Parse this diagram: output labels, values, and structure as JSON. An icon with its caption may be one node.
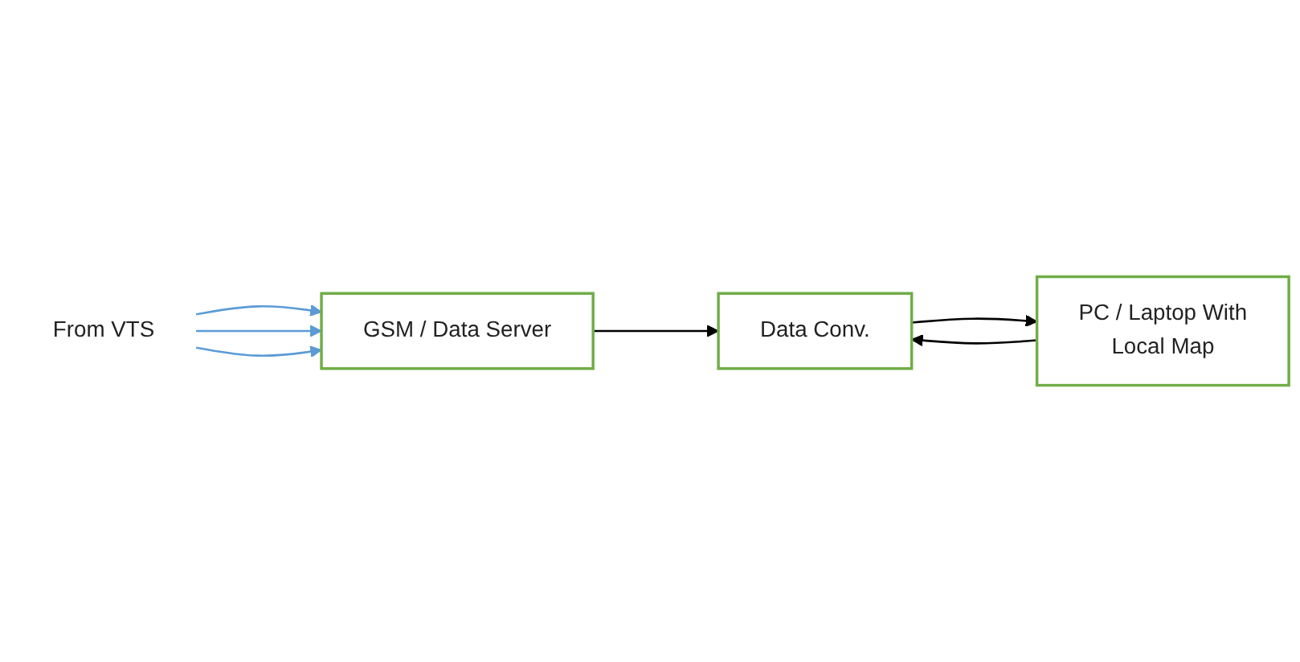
{
  "diagram": {
    "nodes": [
      {
        "text": [
          "From VTS"
        ]
      },
      {
        "text": [
          "GSM / Data Server"
        ]
      },
      {
        "text": [
          "Data Conv."
        ]
      },
      {
        "text": [
          "PC / Laptop With",
          "Local Map"
        ]
      }
    ],
    "edges": [
      {
        "from": 0,
        "to": 1,
        "arrow": "to",
        "color": "#5b9bd5"
      },
      {
        "from": 0,
        "to": 1,
        "arrow": "to",
        "color": "#5b9bd5"
      },
      {
        "from": 0,
        "to": 1,
        "arrow": "to",
        "color": "#5b9bd5"
      },
      {
        "from": 1,
        "to": 2,
        "arrow": "to",
        "color": "#000000"
      },
      {
        "from": 2,
        "to": 3,
        "arrow": "to",
        "color": "#000000"
      },
      {
        "from": 3,
        "to": 2,
        "arrow": "to",
        "color": "#000000"
      }
    ]
  }
}
